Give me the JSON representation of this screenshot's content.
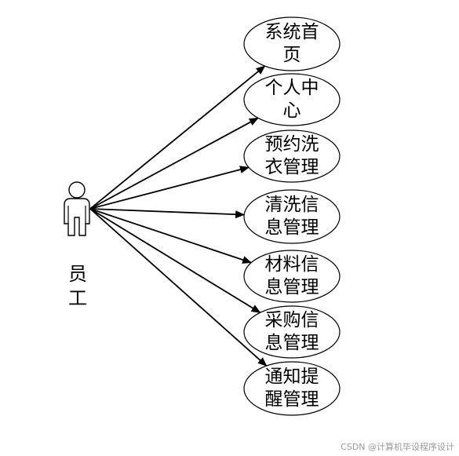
{
  "actor": {
    "name": "员工"
  },
  "use_cases": [
    {
      "label": "系统首页"
    },
    {
      "label": "个人中心"
    },
    {
      "label": "预约洗衣管理"
    },
    {
      "label": "清洗信息管理"
    },
    {
      "label": "材料信息管理"
    },
    {
      "label": "采购信息管理"
    },
    {
      "label": "通知提醒管理"
    }
  ],
  "watermark": "CSDN @计算机毕设程序设计"
}
